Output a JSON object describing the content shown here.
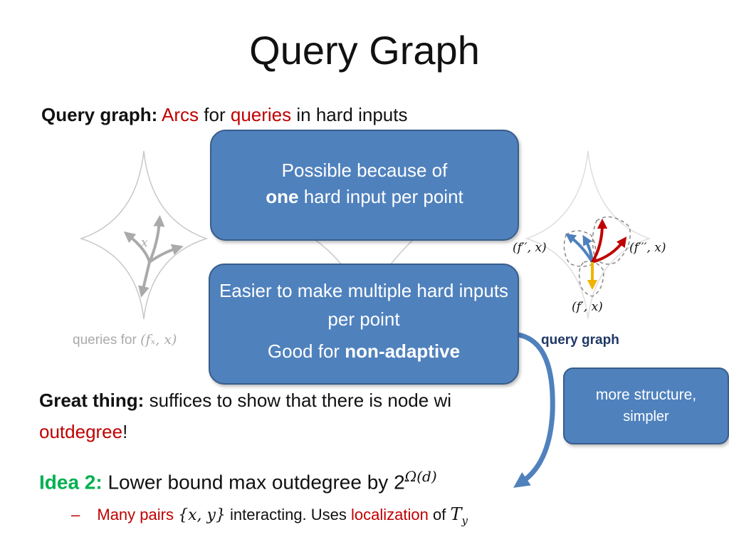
{
  "slide": {
    "title": "Query Graph",
    "line1": {
      "label": "Query graph:",
      "arcs": "Arcs",
      "for": "for",
      "queries": "queries",
      "rest": "in hard inputs"
    },
    "callout_top": {
      "line1": "Possible because of",
      "line2_bold": "one",
      "line2_rest": "hard input per point"
    },
    "callout_mid": {
      "line1": "Easier to make multiple hard inputs per point",
      "line3_pre": "Good for",
      "line3_bold": "non-adaptive"
    },
    "callout_right": {
      "line1": "more structure,",
      "line2": "simpler"
    },
    "left_figure": {
      "x_label": "x",
      "caption_text": "queries for",
      "caption_math": "(fₓ, x)"
    },
    "right_figure": {
      "label_f2": "(f′′, x)",
      "label_f3": "(f′′′, x)",
      "label_f1": "(f′, x)",
      "caption": "query graph"
    },
    "great_thing": {
      "label": "Great thing:",
      "text": "suffices to show that there is node wi",
      "outdegree": "outdegree",
      "bang": "!"
    },
    "idea2": {
      "label": "Idea 2:",
      "text": "Lower bound max outdegree by 2",
      "exponent": "Ω(d)"
    },
    "bullet": {
      "dash": "–",
      "many_pairs": "Many pairs",
      "set_math": "{x, y}",
      "middle": "interacting. Uses",
      "localization": "localization",
      "of": "of",
      "t_math": "T",
      "t_sub": "y"
    },
    "colors": {
      "box_fill": "#4f81bd",
      "box_border": "#385d8a",
      "emphasis_red": "#c00000",
      "idea_green": "#00b050",
      "arrow_blue": "#4f81bd",
      "arrow_red": "#c00000",
      "arrow_yellow": "#f0b400"
    }
  }
}
